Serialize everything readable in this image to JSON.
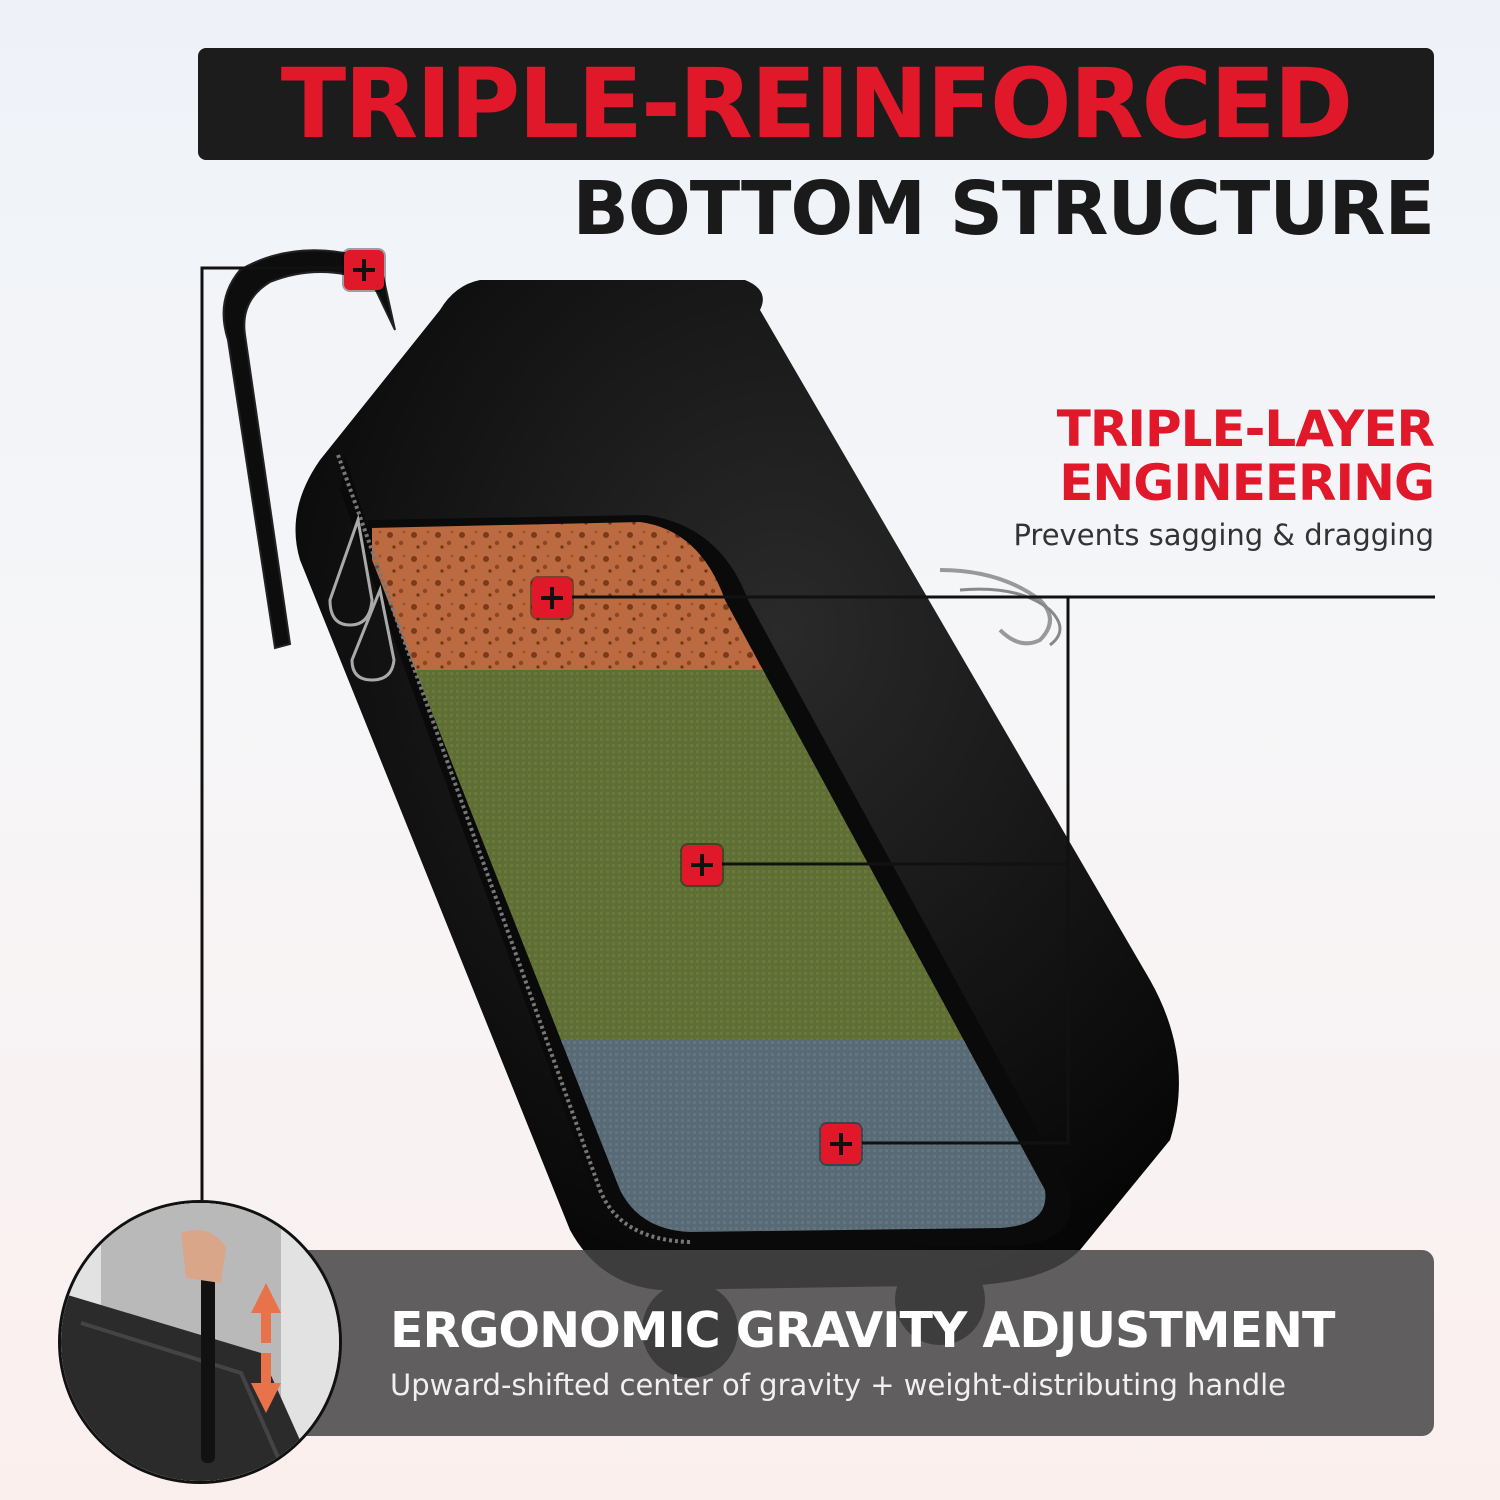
{
  "header": {
    "title": "TRIPLE-REINFORCED",
    "subtitle": "BOTTOM STRUCTURE"
  },
  "callout": {
    "title_line1": "TRIPLE-LAYER",
    "title_line2": "ENGINEERING",
    "description": "Prevents sagging & dragging"
  },
  "banner": {
    "title": "ERGONOMIC GRAVITY ADJUSTMENT",
    "description": "Upward-shifted center of gravity + weight-distributing handle"
  },
  "layers": [
    "foam-layer",
    "green-fabric-layer",
    "blue-fabric-layer"
  ],
  "markers": [
    "plus-icon",
    "plus-icon",
    "plus-icon",
    "plus-icon"
  ],
  "colors": {
    "accent": "#e0182a",
    "title_bar": "#1c1c1c",
    "foam": "#b86a3e",
    "green_fabric": "#5f6e34",
    "blue_fabric": "#5b6d78",
    "banner": "#464646"
  }
}
